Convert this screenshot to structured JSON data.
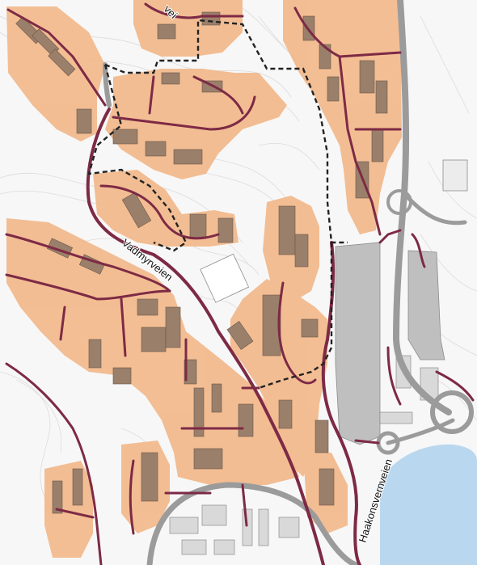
{
  "labels": {
    "vadmyrveien": "Vadmyrveien",
    "haakonsvernveien": "Haakonsvernveien",
    "vei_top": "vei"
  },
  "colors": {
    "background": "#f7f7f7",
    "contour": "#d9d9d9",
    "zone_fill": "#f2b98b",
    "road_major": "#9b9b9b",
    "road_local": "#7d2a45",
    "building": "#9a7f6a",
    "industrial_building": "#bfbfbf",
    "water": "#b9d7ef",
    "boundary_dashed": "#222222"
  },
  "icons": {
    "boundary": "dashed-boundary-line",
    "zone": "development-zone-area"
  }
}
